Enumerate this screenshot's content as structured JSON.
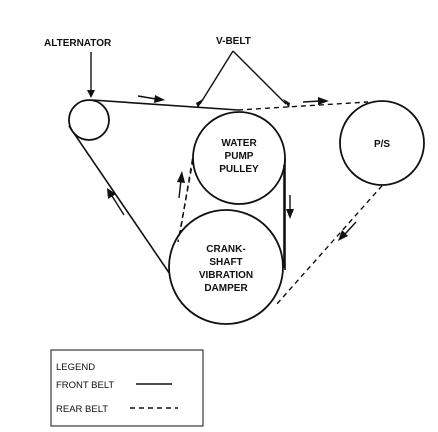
{
  "labels": {
    "alternator": "ALTERNATOR",
    "v_belt": "V-BELT",
    "water_pump": [
      "WATER",
      "PUMP",
      "PULLEY"
    ],
    "power_steering": "P/S",
    "crankshaft": [
      "CRANK-",
      "SHAFT",
      "VIBRATION",
      "DAMPER"
    ]
  },
  "legend": {
    "title": "LEGEND",
    "front_belt": "FRONT BELT",
    "rear_belt": "REAR BELT"
  },
  "colors": {
    "ink": "#111111",
    "background": "#ffffff"
  }
}
